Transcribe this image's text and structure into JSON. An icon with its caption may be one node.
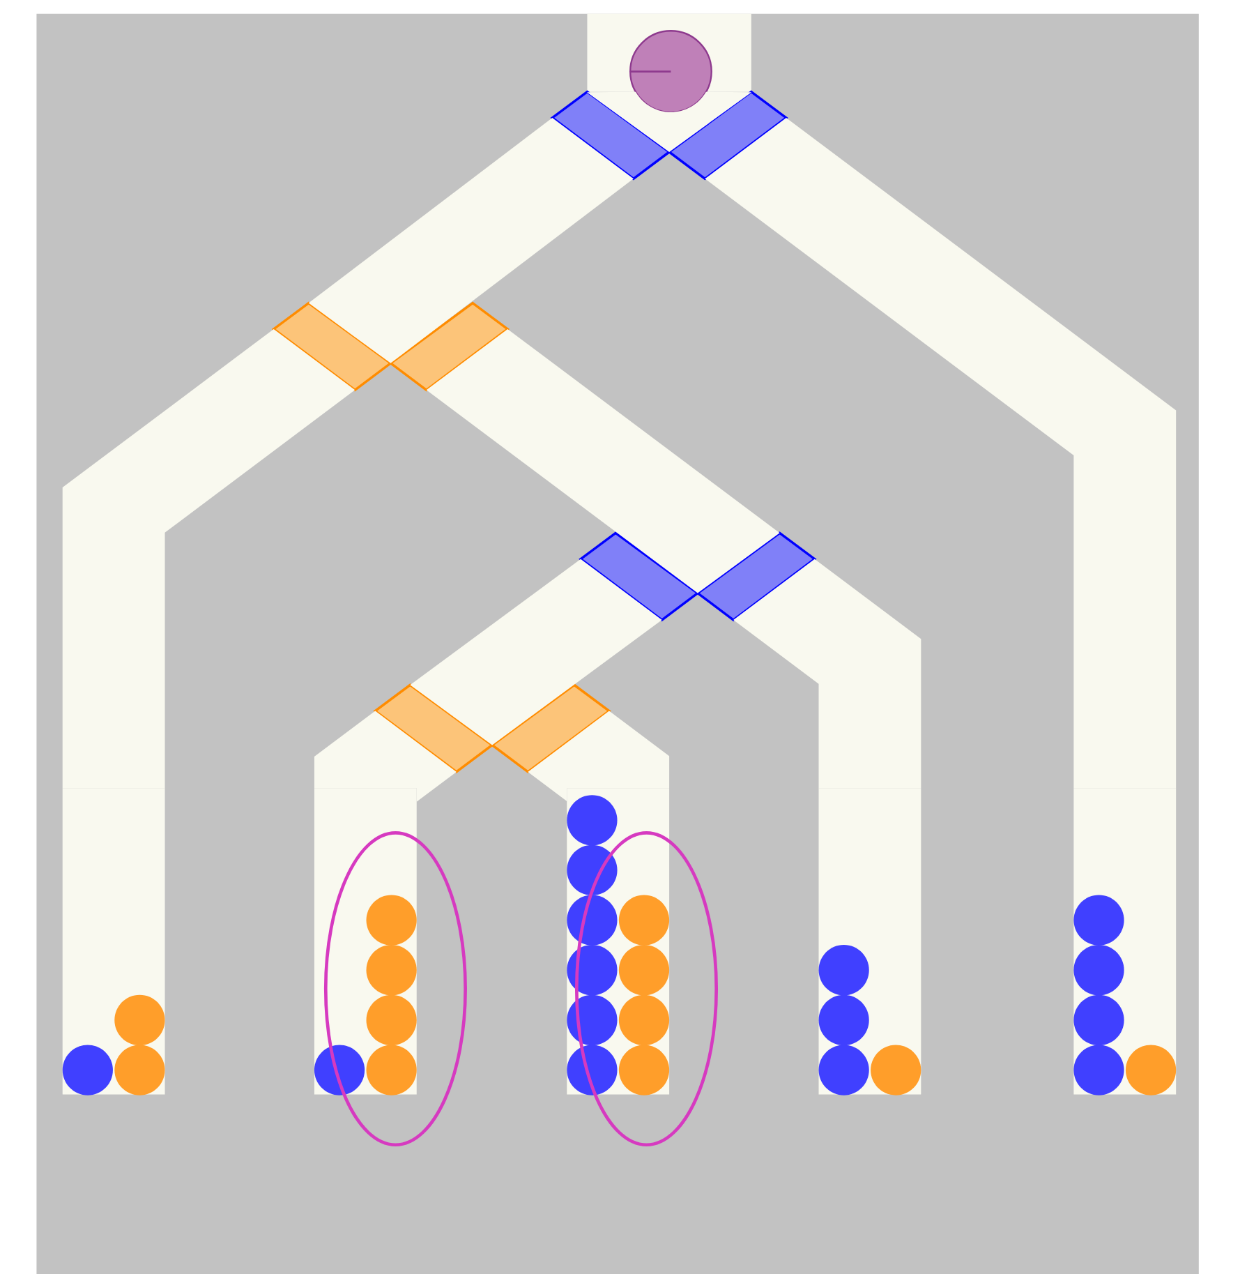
{
  "diagram": {
    "nodes": [
      {
        "text": [],
        "shape": "circle"
      },
      {
        "text": [],
        "shape": "diamond"
      },
      {
        "text": [],
        "shape": "diamond"
      },
      {
        "text": [],
        "shape": "diamond"
      },
      {
        "text": [],
        "shape": "diamond"
      },
      {
        "text": [],
        "shape": "box"
      },
      {
        "text": [],
        "shape": "box"
      },
      {
        "text": [],
        "shape": "box"
      },
      {
        "text": [],
        "shape": "box"
      },
      {
        "text": [],
        "shape": "box"
      }
    ],
    "edges": [
      {
        "from": 0,
        "to": 1,
        "arrow": "none"
      },
      {
        "from": 1,
        "to": 2,
        "arrow": "none"
      },
      {
        "from": 1,
        "to": 9,
        "arrow": "none"
      },
      {
        "from": 2,
        "to": 5,
        "arrow": "none"
      },
      {
        "from": 2,
        "to": 3,
        "arrow": "none"
      },
      {
        "from": 3,
        "to": 4,
        "arrow": "none"
      },
      {
        "from": 3,
        "to": 8,
        "arrow": "none"
      },
      {
        "from": 4,
        "to": 6,
        "arrow": "none"
      },
      {
        "from": 4,
        "to": 7,
        "arrow": "none"
      }
    ]
  }
}
